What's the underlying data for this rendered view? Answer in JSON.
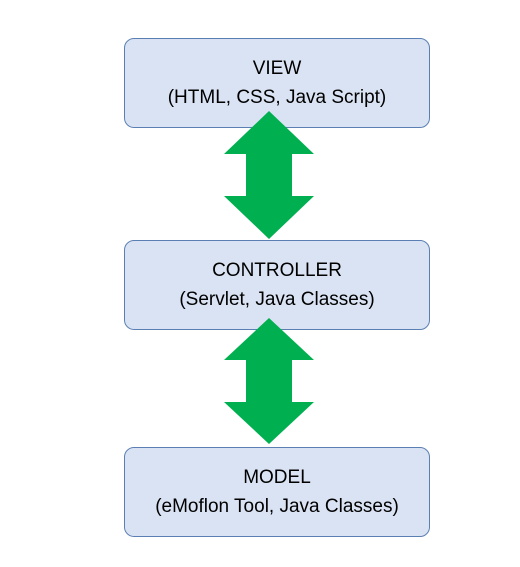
{
  "view": {
    "title": "VIEW",
    "subtitle": "(HTML, CSS, Java Script)"
  },
  "controller": {
    "title": "CONTROLLER",
    "subtitle": "(Servlet, Java Classes)"
  },
  "model": {
    "title": "MODEL",
    "subtitle": "(eMoflon Tool, Java Classes)"
  },
  "colors": {
    "box_fill": "#dae3f3",
    "box_border": "#5b7fb3",
    "arrow_fill": "#00b050"
  },
  "arrows": [
    {
      "from": "view",
      "to": "controller",
      "direction": "bidirectional"
    },
    {
      "from": "controller",
      "to": "model",
      "direction": "bidirectional"
    }
  ]
}
